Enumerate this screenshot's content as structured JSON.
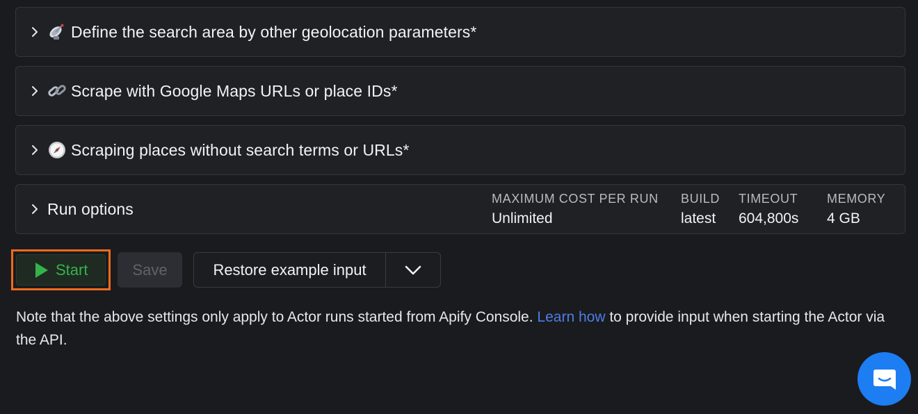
{
  "sections": [
    {
      "emoji": "satellite-antenna-icon",
      "title": "Define the search area by other geolocation parameters*"
    },
    {
      "emoji": "link-icon",
      "title": "Scrape with Google Maps URLs or place IDs*"
    },
    {
      "emoji": "compass-icon",
      "title": "Scraping places without search terms or URLs*"
    }
  ],
  "run_options": {
    "title": "Run options",
    "max_cost_label": "MAXIMUM COST PER RUN",
    "max_cost_value": "Unlimited",
    "build_label": "BUILD",
    "build_value": "latest",
    "timeout_label": "TIMEOUT",
    "timeout_value": "604,800s",
    "memory_label": "MEMORY",
    "memory_value": "4 GB"
  },
  "actions": {
    "start_label": "Start",
    "save_label": "Save",
    "restore_label": "Restore example input"
  },
  "note": {
    "before": "Note that the above settings only apply to Actor runs started from Apify Console. ",
    "link": "Learn how",
    "after": " to provide input when starting the Actor via the API."
  },
  "colors": {
    "background": "#1a1b1e",
    "start_green": "#35b34a",
    "highlight_orange": "#f26b1d",
    "link_blue": "#4d7de6",
    "chat_blue": "#1d7df2"
  }
}
